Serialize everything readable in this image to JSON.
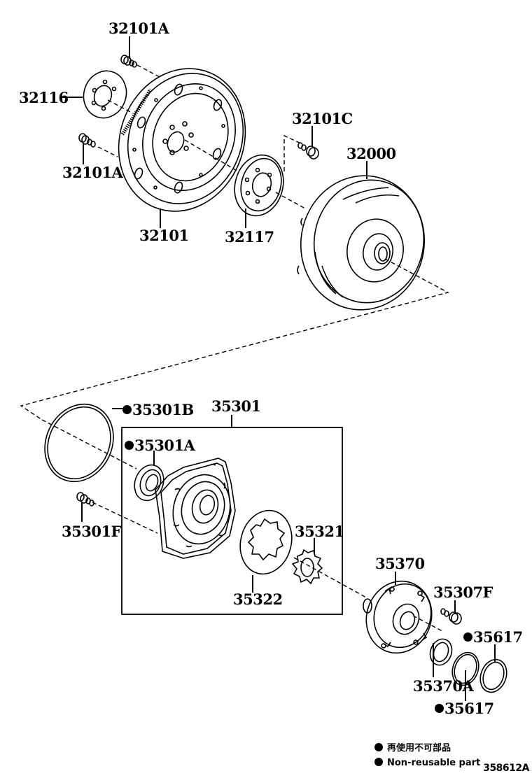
{
  "diagram": {
    "type": "exploded-parts-diagram",
    "reference_code": "358612A",
    "legend": {
      "symbol": "filled-circle",
      "lines": [
        "再使用不可部品",
        "Non-reusable part"
      ]
    },
    "parts": [
      {
        "id": "p1",
        "number": "32101A",
        "non_reusable": false,
        "name": "bolt-upper"
      },
      {
        "id": "p2",
        "number": "32116",
        "non_reusable": false,
        "name": "plate"
      },
      {
        "id": "p3",
        "number": "32101A",
        "non_reusable": false,
        "name": "bolt-lower"
      },
      {
        "id": "p4",
        "number": "32101",
        "non_reusable": false,
        "name": "drive-plate-ring-gear"
      },
      {
        "id": "p5",
        "number": "32117",
        "non_reusable": false,
        "name": "spacer-plate"
      },
      {
        "id": "p6",
        "number": "32101C",
        "non_reusable": false,
        "name": "bolt"
      },
      {
        "id": "p7",
        "number": "32000",
        "non_reusable": false,
        "name": "torque-converter"
      },
      {
        "id": "p8",
        "number": "35301B",
        "non_reusable": true,
        "name": "o-ring"
      },
      {
        "id": "p9",
        "number": "35301",
        "non_reusable": false,
        "name": "oil-pump-assembly"
      },
      {
        "id": "p10",
        "number": "35301A",
        "non_reusable": true,
        "name": "oil-seal"
      },
      {
        "id": "p11",
        "number": "35301F",
        "non_reusable": false,
        "name": "bolt"
      },
      {
        "id": "p12",
        "number": "35321",
        "non_reusable": false,
        "name": "drive-gear"
      },
      {
        "id": "p13",
        "number": "35322",
        "non_reusable": false,
        "name": "driven-gear"
      },
      {
        "id": "p14",
        "number": "35370",
        "non_reusable": false,
        "name": "stator-shaft"
      },
      {
        "id": "p15",
        "number": "35307F",
        "non_reusable": false,
        "name": "bolt"
      },
      {
        "id": "p16",
        "number": "35617",
        "non_reusable": true,
        "name": "seal-ring-right"
      },
      {
        "id": "p17",
        "number": "35370A",
        "non_reusable": false,
        "name": "bushing"
      },
      {
        "id": "p18",
        "number": "35617",
        "non_reusable": true,
        "name": "seal-ring-lower"
      }
    ]
  }
}
